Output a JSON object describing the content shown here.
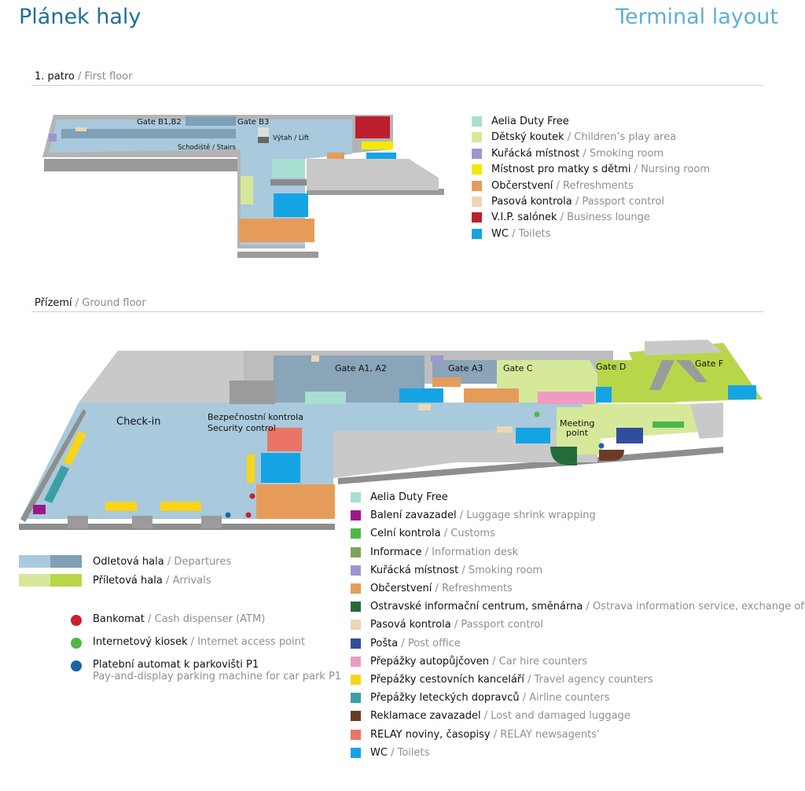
{
  "header": {
    "title_cz": "Plánek haly",
    "title_en": "Terminal layout"
  },
  "first_floor": {
    "section_cz": "1. patro",
    "section_sep": " / ",
    "section_en": "First floor",
    "labels": {
      "gate_b1b2": "Gate B1,B2",
      "gate_b3": "Gate B3",
      "lift": "Výtah / Lift",
      "stairs": "Schodiště / Stairs"
    },
    "legend": [
      {
        "cz": "Aelia Duty Free",
        "en": "",
        "color": "#a9ded3"
      },
      {
        "cz": "Dětský koutek",
        "en": "Children’s play area",
        "color": "#d6e89a"
      },
      {
        "cz": "Kuřácká místnost",
        "en": "Smoking room",
        "color": "#9d96cf"
      },
      {
        "cz": "Místnost pro matky s dětmi",
        "en": "Nursing room",
        "color": "#f6e800"
      },
      {
        "cz": "Občerstvení",
        "en": "Refreshments",
        "color": "#e59c5a"
      },
      {
        "cz": "Pasová kontrola",
        "en": "Passport control",
        "color": "#ecd6b6"
      },
      {
        "cz": "V.I.P. salónek",
        "en": "Business lounge",
        "color": "#bd1f2d"
      },
      {
        "cz": "WC",
        "en": "Toilets",
        "color": "#14a4e4"
      }
    ]
  },
  "ground_floor": {
    "section_cz": "Přízemí",
    "section_sep": " / ",
    "section_en": "Ground floor",
    "labels": {
      "check_in": "Check-in",
      "security_cz": "Bezpečnostní kontrola",
      "security_en": "Security control",
      "gate_a1a2": "Gate A1, A2",
      "gate_a3": "Gate A3",
      "gate_c": "Gate C",
      "gate_d": "Gate D",
      "gate_f": "Gate F",
      "meeting_1": "Meeting",
      "meeting_2": "point"
    },
    "legend": [
      {
        "cz": "Aelia Duty Free",
        "en": "",
        "color": "#a9ded3"
      },
      {
        "cz": "Balení zavazadel",
        "en": "Luggage shrink wrapping",
        "color": "#991a8c"
      },
      {
        "cz": "Celní kontrola",
        "en": "Customs",
        "color": "#4cb84a"
      },
      {
        "cz": "Informace",
        "en": "Information desk",
        "color": "#7ea35a"
      },
      {
        "cz": "Kuřácká místnost",
        "en": "Smoking room",
        "color": "#9d96cf"
      },
      {
        "cz": "Občerstvení",
        "en": "Refreshments",
        "color": "#e59c5a"
      },
      {
        "cz": "Ostravské informační centrum, směnárna",
        "en": "Ostrava information service, exchange office",
        "color": "#256b3a"
      },
      {
        "cz": "Pasová kontrola",
        "en": "Passport control",
        "color": "#ecd6b6"
      },
      {
        "cz": "Pošta",
        "en": "Post office",
        "color": "#2f4f9e"
      },
      {
        "cz": "Přepážky autopůjčoven",
        "en": "Car hire counters",
        "color": "#ee9cc1"
      },
      {
        "cz": "Přepážky cestovních kanceláří",
        "en": "Travel agency counters",
        "color": "#f8d51a"
      },
      {
        "cz": "Přepážky leteckých dopravců",
        "en": "Airline counters",
        "color": "#3aa0a6"
      },
      {
        "cz": "Reklamace zavazadel",
        "en": "Lost and damaged luggage",
        "color": "#6a3c26"
      },
      {
        "cz": "RELAY noviny, časopisy",
        "en": "RELAY newsagents’",
        "color": "#ea7566"
      },
      {
        "cz": "WC",
        "en": "Toilets",
        "color": "#14a4e4"
      }
    ]
  },
  "halls": [
    {
      "cz": "Odletová hala",
      "en": "Departures",
      "color_a": "#a9c9dc",
      "color_b": "#7fa0b6"
    },
    {
      "cz": "Příletová hala",
      "en": "Arrivals",
      "color_a": "#d6e89a",
      "color_b": "#b8d64a"
    }
  ],
  "points": [
    {
      "cz": "Bankomat",
      "en": "Cash dispenser (ATM)",
      "color": "#cc1f2e"
    },
    {
      "cz": "Internetový kiosek",
      "en": "Internet access point",
      "color": "#4cb84a"
    },
    {
      "cz": "Platební automat k parkovišti P1",
      "en": "Pay-and-display parking machine for car park P1",
      "color": "#1a63a8"
    }
  ]
}
